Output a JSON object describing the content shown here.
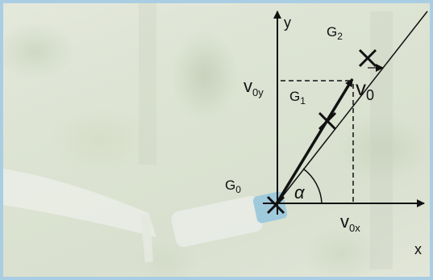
{
  "diagram": {
    "labels": {
      "y_axis": "y",
      "x_axis": "x",
      "g2": {
        "letter": "G",
        "sub": "2"
      },
      "g1": {
        "letter": "G",
        "sub": "1"
      },
      "g0": {
        "letter": "G",
        "sub": "0"
      },
      "v0y": {
        "letter": "v",
        "sub": "0y"
      },
      "v0": {
        "letter": "v",
        "sub": "0"
      },
      "v0x": {
        "letter": "v",
        "sub": "0x"
      },
      "alpha": "α"
    }
  }
}
